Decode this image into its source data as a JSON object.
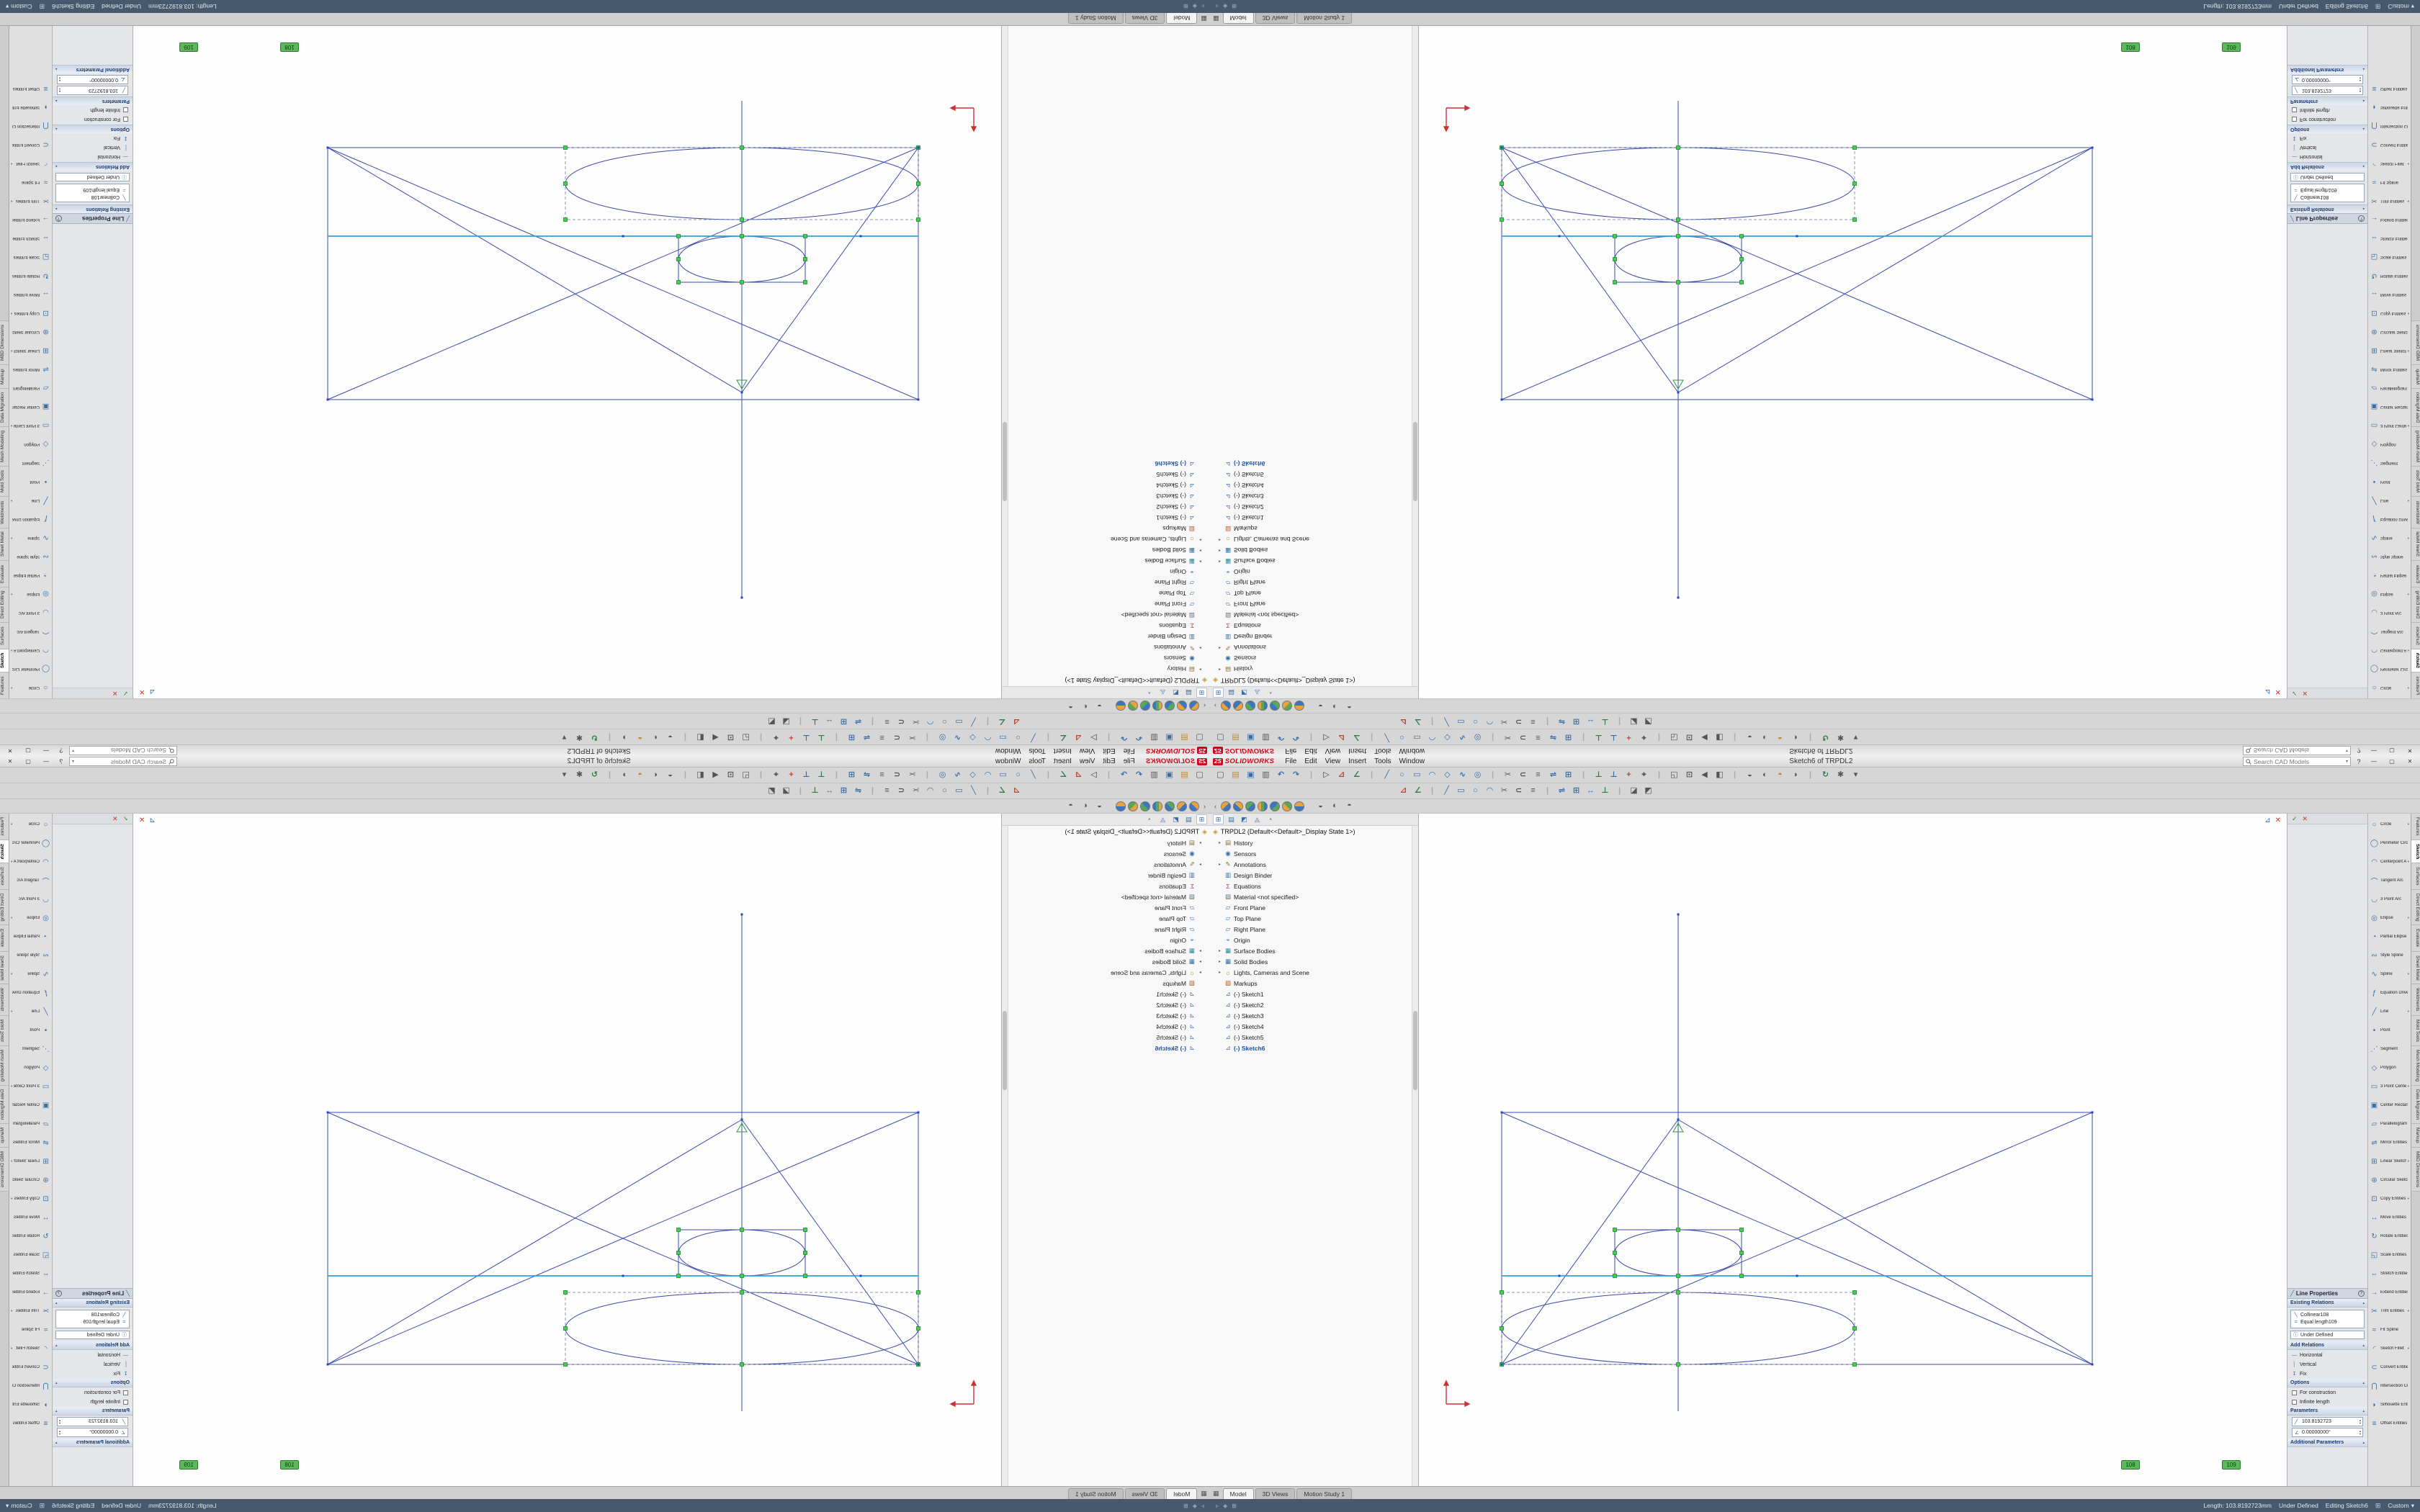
{
  "app": {
    "logo_mark": "2S",
    "logo_text": "SOLIDWORKS",
    "menus": [
      "File",
      "Edit",
      "View",
      "Insert",
      "Tools",
      "Window"
    ],
    "title": "Sketch6 of TRPDL2",
    "search_placeholder": "Search CAD Models",
    "search_caret": "▾",
    "help_button": "?",
    "window_buttons": {
      "minimize": "—",
      "restore": "▢",
      "close": "✕"
    }
  },
  "toolbars": {
    "row_a": [
      {
        "n": "new-document",
        "g": "▢",
        "c": "#555555"
      },
      {
        "n": "open-document",
        "g": "▤",
        "c": "#c08a2c"
      },
      {
        "n": "save",
        "g": "▣",
        "c": "#3a6ea5"
      },
      {
        "n": "print",
        "g": "▥",
        "c": "#555555"
      },
      {
        "n": "undo",
        "g": "↶",
        "c": "#3a6ea5"
      },
      {
        "n": "redo",
        "g": "↷",
        "c": "#3a6ea5"
      },
      {
        "n": "separator",
        "g": "|",
        "c": "#aaaaaa"
      },
      {
        "n": "select",
        "g": "▷",
        "c": "#444444"
      },
      {
        "n": "sketch",
        "g": "⊿",
        "c": "#b8452c"
      },
      {
        "n": "smart-dimension",
        "g": "∠",
        "c": "#2f7d43"
      },
      {
        "n": "separator",
        "g": "|",
        "c": "#aaaaaa"
      },
      {
        "n": "line",
        "g": "╱",
        "c": "#3a6ea5"
      },
      {
        "n": "circle",
        "g": "○",
        "c": "#3a6ea5"
      },
      {
        "n": "rectangle",
        "g": "▭",
        "c": "#3a6ea5"
      },
      {
        "n": "arc",
        "g": "◠",
        "c": "#3a6ea5"
      },
      {
        "n": "polygon",
        "g": "◇",
        "c": "#3a6ea5"
      },
      {
        "n": "spline",
        "g": "∿",
        "c": "#3a6ea5"
      },
      {
        "n": "ellipse",
        "g": "◎",
        "c": "#3a6ea5"
      },
      {
        "n": "separator",
        "g": "|",
        "c": "#aaaaaa"
      },
      {
        "n": "trim-entities",
        "g": "✂",
        "c": "#555555"
      },
      {
        "n": "convert-entities",
        "g": "⊂",
        "c": "#555555"
      },
      {
        "n": "offset-entities",
        "g": "≡",
        "c": "#555555"
      },
      {
        "n": "mirror-entities",
        "g": "⇌",
        "c": "#3a6ea5"
      },
      {
        "n": "linear-pattern",
        "g": "⊞",
        "c": "#3a6ea5"
      },
      {
        "n": "separator",
        "g": "|",
        "c": "#aaaaaa"
      },
      {
        "n": "display-relations",
        "g": "⊥",
        "c": "#2f7d43"
      },
      {
        "n": "add-relation",
        "g": "⊥",
        "c": "#3a6ea5"
      },
      {
        "n": "repair-sketch",
        "g": "+",
        "c": "#c04343"
      },
      {
        "n": "quick-snaps",
        "g": "⌖",
        "c": "#555555"
      },
      {
        "n": "separator",
        "g": "|",
        "c": "#aaaaaa"
      },
      {
        "n": "zoom-to-fit",
        "g": "◱",
        "c": "#555555"
      },
      {
        "n": "zoom-to-area",
        "g": "⊡",
        "c": "#555555"
      },
      {
        "n": "previous-view",
        "g": "◀",
        "c": "#555555"
      },
      {
        "n": "section-view",
        "g": "◧",
        "c": "#555555"
      },
      {
        "n": "separator",
        "g": "|",
        "c": "#aaaaaa"
      },
      {
        "n": "display-style",
        "g": "◒",
        "c": "#555555"
      },
      {
        "n": "hide-show-items",
        "g": "◐",
        "c": "#555555"
      },
      {
        "n": "edit-appearance",
        "g": "◓",
        "c": "#b8852c"
      },
      {
        "n": "apply-scene",
        "g": "◑",
        "c": "#555555"
      },
      {
        "n": "separator",
        "g": "|",
        "c": "#aaaaaa"
      },
      {
        "n": "rebuild",
        "g": "↻",
        "c": "#2f7d43"
      },
      {
        "n": "options-gear",
        "g": "✱",
        "c": "#555555"
      },
      {
        "n": "dropdown-caret",
        "g": "▾",
        "c": "#555555"
      }
    ],
    "row_b": [
      {
        "n": "exit-sketch",
        "g": "⊿",
        "c": "#b8452c"
      },
      {
        "n": "smart-dimension",
        "g": "∠",
        "c": "#2f7d43"
      },
      {
        "n": "separator",
        "g": "|",
        "c": "#aaaaaa"
      },
      {
        "n": "line",
        "g": "╱",
        "c": "#3a6ea5"
      },
      {
        "n": "rectangle",
        "g": "▭",
        "c": "#3a6ea5"
      },
      {
        "n": "circle",
        "g": "○",
        "c": "#3a6ea5"
      },
      {
        "n": "arc",
        "g": "◠",
        "c": "#3a6ea5"
      },
      {
        "n": "trim-entities",
        "g": "✂",
        "c": "#555555"
      },
      {
        "n": "convert-entities",
        "g": "⊂",
        "c": "#555555"
      },
      {
        "n": "offset-entities",
        "g": "≡",
        "c": "#555555"
      },
      {
        "n": "separator",
        "g": "|",
        "c": "#aaaaaa"
      },
      {
        "n": "mirror-entities",
        "g": "⇌",
        "c": "#3a6ea5"
      },
      {
        "n": "linear-sketch-pattern",
        "g": "⊞",
        "c": "#3a6ea5"
      },
      {
        "n": "move-entities",
        "g": "↔",
        "c": "#3a6ea5"
      },
      {
        "n": "display-delete-relations",
        "g": "⊥",
        "c": "#2f7d43"
      },
      {
        "n": "separator",
        "g": "|",
        "c": "#aaaaaa"
      },
      {
        "n": "instant2d",
        "g": "◪",
        "c": "#555555"
      },
      {
        "n": "shaded-sketch-contours",
        "g": "◩",
        "c": "#555555"
      }
    ],
    "row_c_chevron": "‹",
    "row_c_extra": [
      {
        "n": "display-style",
        "g": "◒",
        "c": "#555555"
      },
      {
        "n": "hide-show-items",
        "g": "◐",
        "c": "#555555"
      },
      {
        "n": "view-settings",
        "g": "◓",
        "c": "#555555"
      }
    ]
  },
  "tree": {
    "tabs": [
      {
        "g": "⊞"
      },
      {
        "g": "▤"
      },
      {
        "g": "◩"
      },
      {
        "g": "◬"
      },
      {
        "g": "◔"
      }
    ],
    "root": {
      "glyph": "◈",
      "label": "TRPDL2 (Default<<Default>_Display State 1>)"
    },
    "items": [
      {
        "arrow": "▸",
        "glyph": "▤",
        "c": "#8a7340",
        "label": "History"
      },
      {
        "arrow": "",
        "glyph": "◉",
        "c": "#3a6ea5",
        "label": "Sensors"
      },
      {
        "arrow": "▸",
        "glyph": "✎",
        "c": "#8a7340",
        "label": "Annotations"
      },
      {
        "arrow": "",
        "glyph": "▥",
        "c": "#3a6ea5",
        "label": "Design Binder"
      },
      {
        "arrow": "",
        "glyph": "Σ",
        "c": "#b0413e",
        "label": "Equations"
      },
      {
        "arrow": "",
        "glyph": "▨",
        "c": "#5f7282",
        "label": "Material <not specified>"
      },
      {
        "arrow": "",
        "glyph": "▱",
        "c": "#3a6ea5",
        "label": "Front Plane"
      },
      {
        "arrow": "",
        "glyph": "▱",
        "c": "#3a6ea5",
        "label": "Top Plane"
      },
      {
        "arrow": "",
        "glyph": "▱",
        "c": "#3a6ea5",
        "label": "Right Plane"
      },
      {
        "arrow": "",
        "glyph": "⌖",
        "c": "#3a6ea5",
        "label": "Origin"
      },
      {
        "arrow": "▸",
        "glyph": "▦",
        "c": "#2e8b9a",
        "label": "Surface Bodies"
      },
      {
        "arrow": "▸",
        "glyph": "▦",
        "c": "#2f6ea5",
        "label": "Solid Bodies"
      },
      {
        "arrow": "▸",
        "glyph": "☼",
        "c": "#c08a2c",
        "label": "Lights, Cameras and Scene"
      },
      {
        "arrow": "",
        "glyph": "▧",
        "c": "#b85c2c",
        "label": "Markups"
      },
      {
        "arrow": "",
        "glyph": "⊿",
        "c": "#4a6fa5",
        "label": "(-) Sketch1"
      },
      {
        "arrow": "",
        "glyph": "⊿",
        "c": "#4a6fa5",
        "label": "(-) Sketch2"
      },
      {
        "arrow": "",
        "glyph": "⊿",
        "c": "#4a6fa5",
        "label": "(-) Sketch3"
      },
      {
        "arrow": "",
        "glyph": "⊿",
        "c": "#4a6fa5",
        "label": "(-) Sketch4"
      },
      {
        "arrow": "",
        "glyph": "⊿",
        "c": "#4a6fa5",
        "label": "(-) Sketch5"
      },
      {
        "arrow": "",
        "glyph": "⊿",
        "c": "#4a6fa5",
        "label": "(-) Sketch6"
      }
    ]
  },
  "canvas": {
    "confirm_icon": "⊿",
    "cancel_icon": "✕",
    "badges": [
      {
        "label": "108"
      },
      {
        "label": "109"
      }
    ]
  },
  "property_panel": {
    "ok_icon": "✓",
    "cancel_icon": "✕",
    "collapse_icon": "▴",
    "title_icon": "╱",
    "title": "Line Properties",
    "help_icon": "?",
    "existing_relations": {
      "label": "Existing Relations",
      "items": [
        {
          "glyph": "╲",
          "text": "Collinear108"
        },
        {
          "glyph": "=",
          "text": "Equal length109"
        }
      ]
    },
    "information": {
      "glyph": "ⓘ",
      "text": "Under Defined"
    },
    "add_relations": {
      "label": "Add Relations",
      "items": [
        {
          "glyph": "—",
          "text": "Horizontal"
        },
        {
          "glyph": "│",
          "text": "Vertical"
        },
        {
          "glyph": "↧",
          "text": "Fix"
        }
      ]
    },
    "options": {
      "label": "Options",
      "items": [
        "For construction",
        "Infinite length"
      ]
    },
    "parameters": {
      "label": "Parameters",
      "fields": [
        {
          "glyph": "╱",
          "value": "103.8192723"
        },
        {
          "glyph": "∠",
          "value": "0.00000000°"
        }
      ]
    },
    "additional_label": "Additional Parameters"
  },
  "sketch_tools": {
    "items": [
      {
        "label": "Circle",
        "g": "○",
        "caret": "▾"
      },
      {
        "label": "Perimeter Circle",
        "g": "◯",
        "caret": ""
      },
      {
        "label": "Centerpoint Arc",
        "g": "◠",
        "caret": "▾"
      },
      {
        "label": "Tangent Arc",
        "g": "⌒",
        "caret": ""
      },
      {
        "label": "3 Point Arc",
        "g": "◡",
        "caret": ""
      },
      {
        "label": "Ellipse",
        "g": "◎",
        "caret": "▾"
      },
      {
        "label": "Partial Ellipse",
        "g": "◔",
        "caret": ""
      },
      {
        "label": "Style Spline",
        "g": "∾",
        "caret": ""
      },
      {
        "label": "Spline",
        "g": "∿",
        "caret": "▾"
      },
      {
        "label": "Equation Driven Curve",
        "g": "ƒ",
        "caret": ""
      },
      {
        "label": "Line",
        "g": "╱",
        "caret": "▾"
      },
      {
        "label": "Point",
        "g": "•",
        "caret": ""
      },
      {
        "label": "Segment",
        "g": "⋰",
        "caret": ""
      },
      {
        "label": "Polygon",
        "g": "◇",
        "caret": ""
      },
      {
        "label": "3 Point Center Recta...",
        "g": "▭",
        "caret": "▾"
      },
      {
        "label": "Center Rectangle",
        "g": "▣",
        "caret": ""
      },
      {
        "label": "Parallelogram",
        "g": "▱",
        "caret": ""
      },
      {
        "label": "Mirror Entities",
        "g": "⇌",
        "caret": ""
      },
      {
        "label": "Linear Sketch Pattern",
        "g": "⊞",
        "caret": "▾"
      },
      {
        "label": "Circular Sketch Pattern",
        "g": "⊛",
        "caret": ""
      },
      {
        "label": "Copy Entities",
        "g": "⊡",
        "caret": "▾"
      },
      {
        "label": "Move Entities",
        "g": "↔",
        "caret": ""
      },
      {
        "label": "Rotate Entities",
        "g": "↻",
        "caret": ""
      },
      {
        "label": "Scale Entities",
        "g": "◱",
        "caret": ""
      },
      {
        "label": "Stretch Entities",
        "g": "⇔",
        "caret": ""
      },
      {
        "label": "Extend Entities",
        "g": "→",
        "caret": ""
      },
      {
        "label": "Trim Entities",
        "g": "✂",
        "caret": "▾"
      },
      {
        "label": "Fit Spline",
        "g": "≈",
        "caret": ""
      },
      {
        "label": "Sketch Fillet",
        "g": "◜",
        "caret": "▾"
      },
      {
        "label": "Convert Entities",
        "g": "⊂",
        "caret": ""
      },
      {
        "label": "Intersection Curve",
        "g": "⋂",
        "caret": ""
      },
      {
        "label": "Silhouette Entities",
        "g": "◗",
        "caret": ""
      },
      {
        "label": "Offset Entities",
        "g": "≡",
        "caret": ""
      }
    ]
  },
  "command_tabs": [
    "Features",
    "Sketch",
    "Surfaces",
    "Direct Editing",
    "Evaluate",
    "Sheet Metal",
    "Weldments",
    "Mold Tools",
    "Mesh Modeling",
    "Data Migration",
    "Markup",
    "MBD Dimensions"
  ],
  "doc_tabs": {
    "icon": "▦",
    "tabs": [
      "Model",
      "3D Views",
      "Motion Study 1"
    ]
  },
  "statusbar": {
    "left_icons": [
      {
        "g": "▹"
      },
      {
        "g": "◈"
      },
      {
        "g": "⊞"
      }
    ],
    "length": "Length: 103.8192723mm",
    "state": "Under Defined",
    "editing": "Editing Sketch6",
    "grid_icon": "⊞",
    "units": "Custom",
    "units_caret": "▾"
  },
  "ui": {
    "active_command_tab_index": 1,
    "active_doc_tab_index": 0
  }
}
